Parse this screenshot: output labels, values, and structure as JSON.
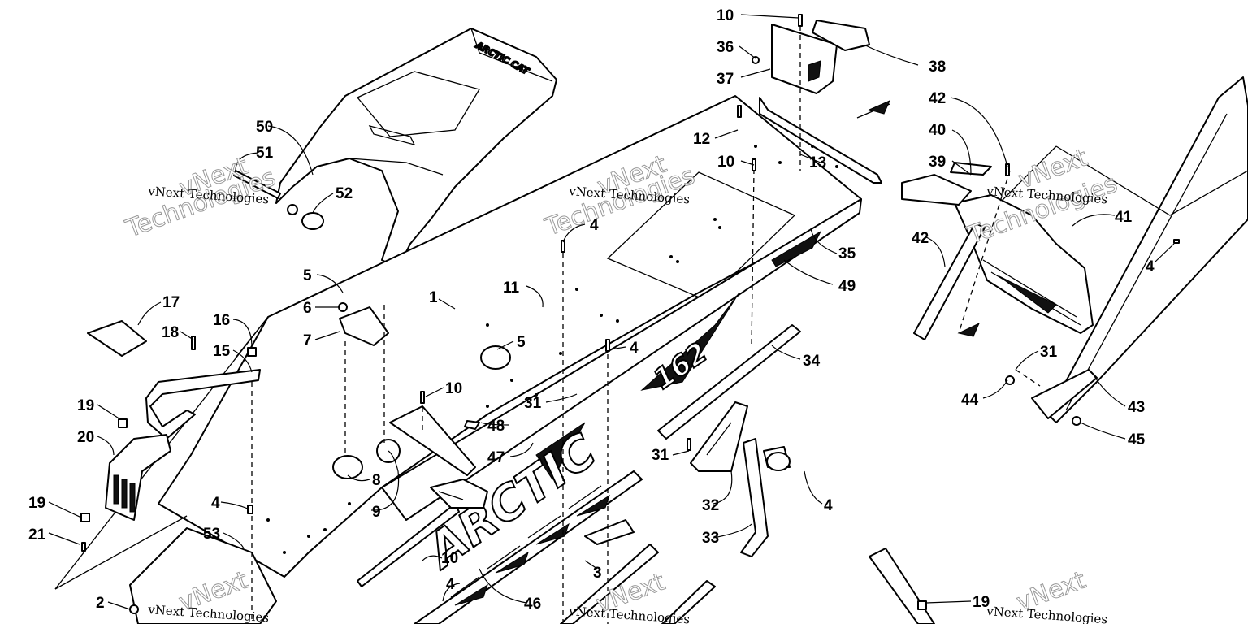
{
  "watermark": {
    "line1": "vNext",
    "line2": "Technologies",
    "small": "vNext Technologies"
  },
  "decals": {
    "tunnel": "ARCTIC",
    "model": "162",
    "seat": "ARCTIC CAT"
  },
  "callouts": [
    "1",
    "2",
    "3",
    "4",
    "5",
    "6",
    "7",
    "8",
    "9",
    "10",
    "11",
    "12",
    "13",
    "15",
    "16",
    "17",
    "18",
    "19",
    "20",
    "21",
    "31",
    "32",
    "33",
    "34",
    "35",
    "36",
    "37",
    "38",
    "39",
    "40",
    "41",
    "42",
    "43",
    "44",
    "45",
    "46",
    "47",
    "48",
    "49",
    "50",
    "51",
    "52",
    "53"
  ]
}
